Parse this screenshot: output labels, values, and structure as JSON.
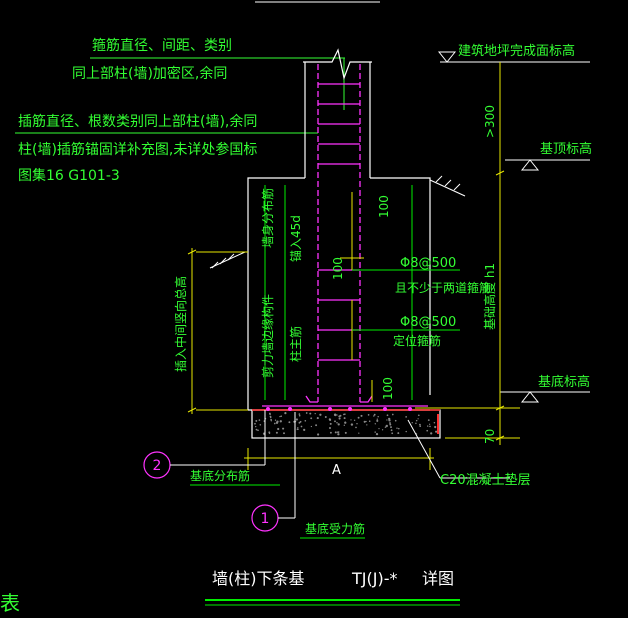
{
  "colors": {
    "background": "#000000",
    "text": "#33ff33",
    "line_white": "#ffffff",
    "line_green": "#00ee00",
    "rebar_magenta": "#ff33ff",
    "dim_yellow": "#e8e800",
    "red": "#ff3030",
    "cyan": "#00dddd"
  },
  "notes": {
    "stirrup_line1": "箍筋直径、间距、类别",
    "stirrup_line2": "同上部柱(墙)加密区,余同",
    "dowel_line1": "插筋直径、根数类别同上部柱(墙),余同",
    "dowel_line2": "柱(墙)插筋锚固详补充图,未详处参国标",
    "dowel_line3": "图集16 G101-3"
  },
  "elevations": {
    "ground": "建筑地坪完成面标高",
    "top": "基顶标高",
    "bottom": "基底标高"
  },
  "labels": {
    "dim_300": ">300",
    "dim_100_a": "100",
    "dim_100_b": "100",
    "dim_100_c": "100",
    "dim_70": "70",
    "anchor_len": "锚入45d",
    "wall_dist": "墙身分布筋",
    "depth": "基础高度 h1",
    "stirrup_1": "Φ8@500",
    "stirrup_1_note": "且不少于两道箍筋",
    "stirrup_2": "Φ8@500",
    "stirrup_2_note": "定位箍筋",
    "insert_note": "插入中间竖向总高",
    "shear_wall": "剪力墙边缘构件",
    "column_main": "柱主筋",
    "cushion": "C20混凝土垫层",
    "width": "A",
    "bottom_dist": "基底分布筋",
    "bottom_main": "基底受力筋",
    "bubble_1": "1",
    "bubble_2": "2"
  },
  "title": {
    "main": "墙(柱)下条基",
    "code": "TJ(J)-*",
    "detail": "详图",
    "corner": "表"
  }
}
